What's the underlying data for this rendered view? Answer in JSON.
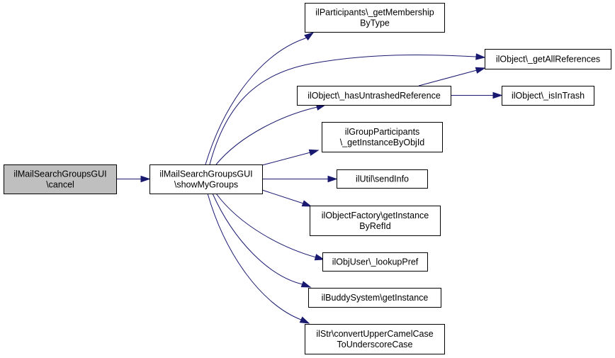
{
  "diagram": {
    "type": "call-graph",
    "nodes": [
      {
        "id": "cancel",
        "lines": [
          "ilMailSearchGroupsGUI",
          "\\cancel"
        ],
        "highlighted": true
      },
      {
        "id": "showMyGroups",
        "lines": [
          "ilMailSearchGroupsGUI",
          "\\showMyGroups"
        ]
      },
      {
        "id": "getMembershipByType",
        "lines": [
          "ilParticipants\\_getMembership",
          "ByType"
        ]
      },
      {
        "id": "getAllReferences",
        "lines": [
          "ilObject\\_getAllReferences"
        ]
      },
      {
        "id": "hasUntrashedReference",
        "lines": [
          "ilObject\\_hasUntrashedReference"
        ]
      },
      {
        "id": "isInTrash",
        "lines": [
          "ilObject\\_isInTrash"
        ]
      },
      {
        "id": "getInstanceByObjId",
        "lines": [
          "ilGroupParticipants",
          "\\_getInstanceByObjId"
        ]
      },
      {
        "id": "sendInfo",
        "lines": [
          "ilUtil\\sendInfo"
        ]
      },
      {
        "id": "getInstanceByRefId",
        "lines": [
          "ilObjectFactory\\getInstance",
          "ByRefId"
        ]
      },
      {
        "id": "lookupPref",
        "lines": [
          "ilObjUser\\_lookupPref"
        ]
      },
      {
        "id": "buddyGetInstance",
        "lines": [
          "ilBuddySystem\\getInstance"
        ]
      },
      {
        "id": "convertUpperCamelCase",
        "lines": [
          "ilStr\\convertUpperCamelCase",
          "ToUnderscoreCase"
        ]
      }
    ],
    "edges": [
      {
        "from": "cancel",
        "to": "showMyGroups"
      },
      {
        "from": "showMyGroups",
        "to": "getMembershipByType"
      },
      {
        "from": "showMyGroups",
        "to": "getAllReferences"
      },
      {
        "from": "showMyGroups",
        "to": "hasUntrashedReference"
      },
      {
        "from": "showMyGroups",
        "to": "getInstanceByObjId"
      },
      {
        "from": "showMyGroups",
        "to": "sendInfo"
      },
      {
        "from": "showMyGroups",
        "to": "getInstanceByRefId"
      },
      {
        "from": "showMyGroups",
        "to": "lookupPref"
      },
      {
        "from": "showMyGroups",
        "to": "buddyGetInstance"
      },
      {
        "from": "showMyGroups",
        "to": "convertUpperCamelCase"
      },
      {
        "from": "hasUntrashedReference",
        "to": "getAllReferences"
      },
      {
        "from": "hasUntrashedReference",
        "to": "isInTrash"
      }
    ],
    "colors": {
      "edge": "#191970",
      "highlight_fill": "#bfbfbf",
      "border": "#000000"
    }
  }
}
